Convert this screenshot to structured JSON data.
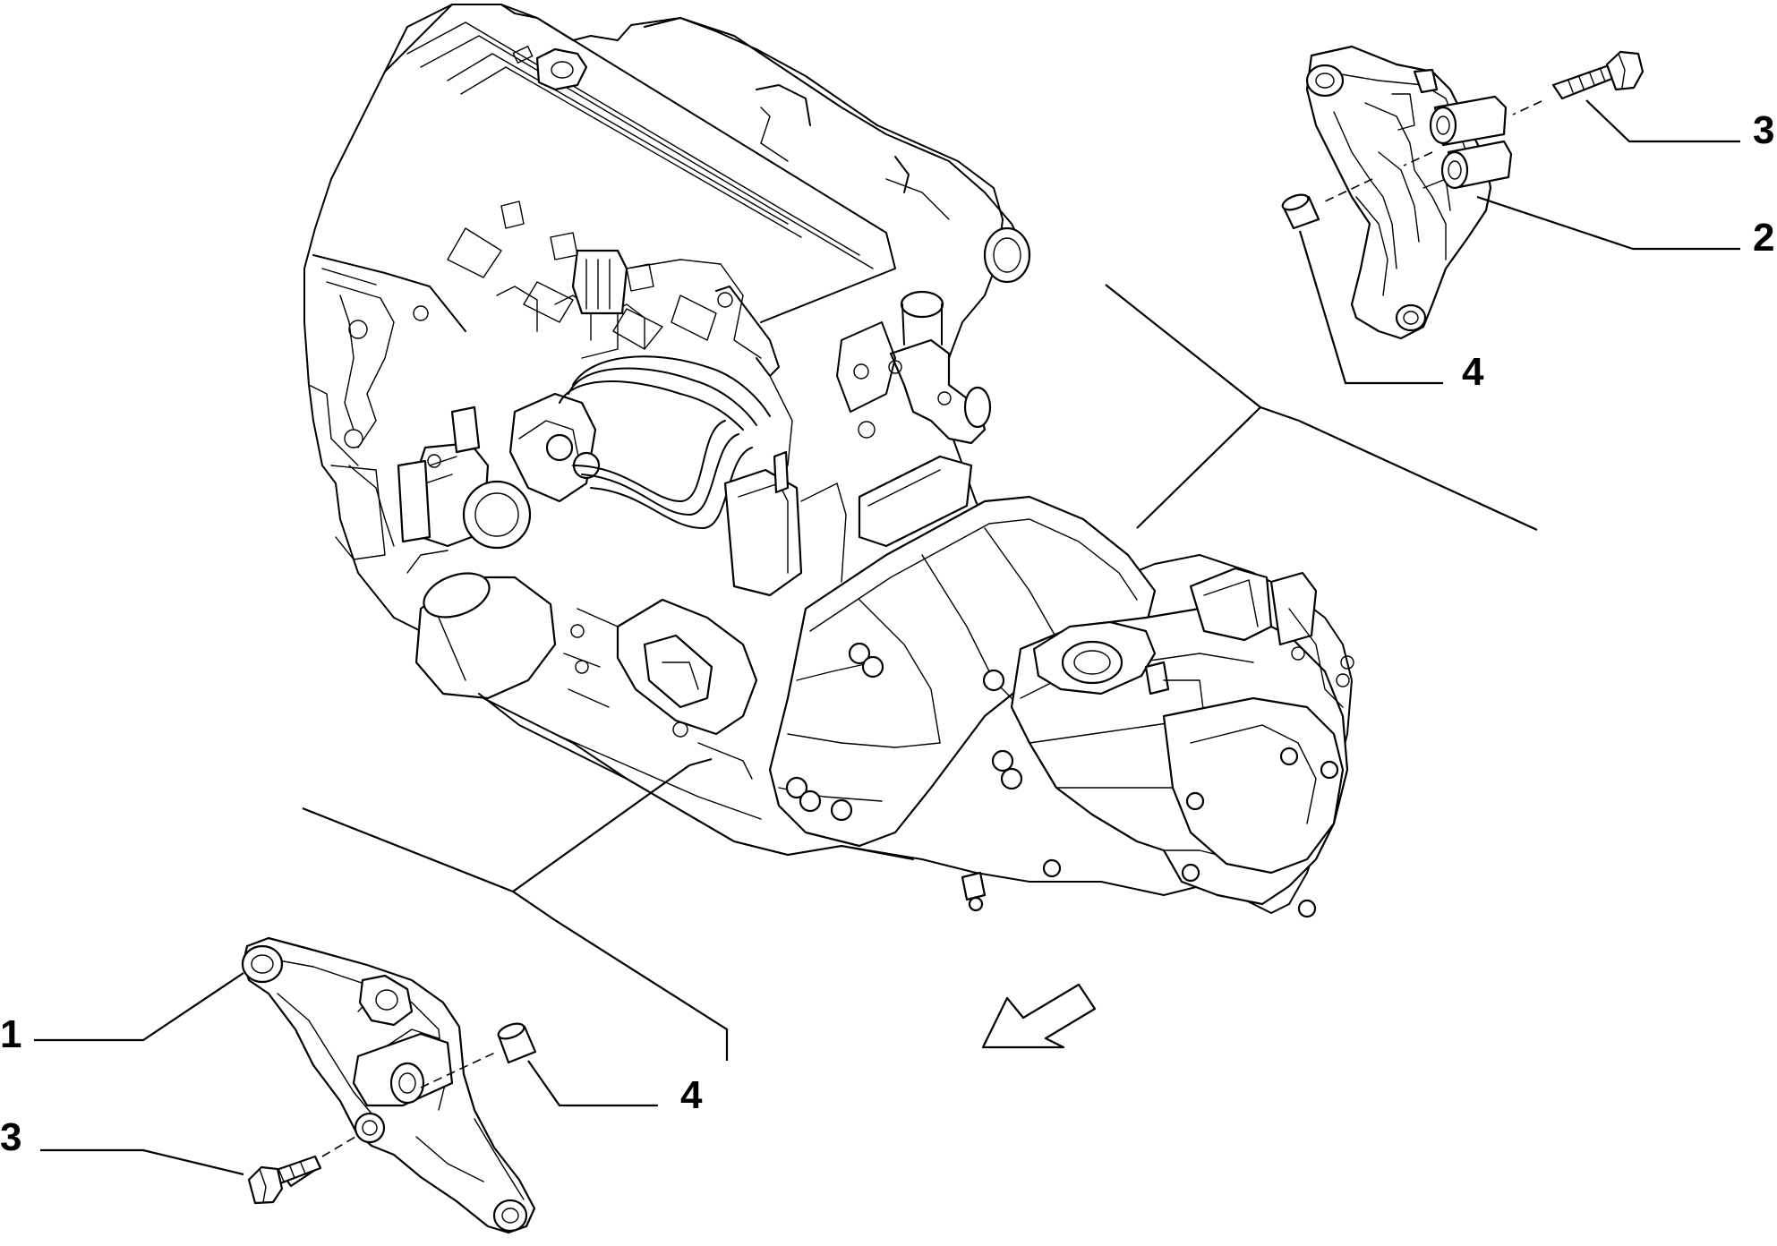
{
  "callouts": [
    {
      "id": "c1",
      "label": "1"
    },
    {
      "id": "c2",
      "label": "2"
    },
    {
      "id": "c3a",
      "label": "3"
    },
    {
      "id": "c3b",
      "label": "3"
    },
    {
      "id": "c4a",
      "label": "4"
    },
    {
      "id": "c4b",
      "label": "4"
    }
  ],
  "icons": {
    "direction_arrow": "front-direction-arrow-icon"
  }
}
